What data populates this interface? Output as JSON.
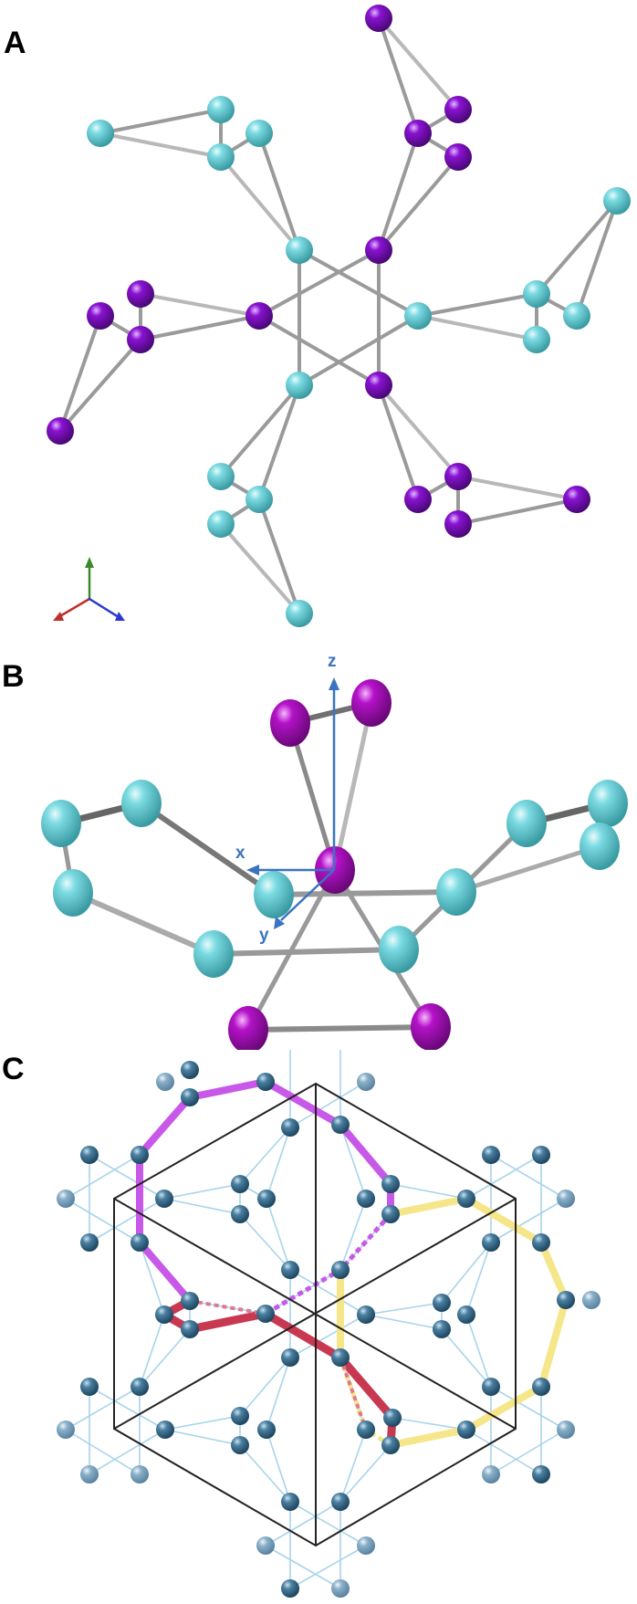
{
  "figure": {
    "panels": [
      {
        "id": "A",
        "label": "A",
        "description": "Top view of cluster: cyan and purple atoms arranged around central hexagonal core"
      },
      {
        "id": "B",
        "label": "B",
        "description": "Side view with local coordinate axes x, y, z centered on magenta atom"
      },
      {
        "id": "C",
        "label": "C",
        "description": "Hexagonal unit-cell projection with highlighted magenta, red, and yellow bond paths"
      }
    ],
    "panel_b_axes": {
      "x": "x",
      "y": "y",
      "z": "z"
    },
    "colors": {
      "cyan_atom": "#6ccfd6",
      "purple_atom": "#8a12d2",
      "magenta_atom": "#b412c8",
      "bond_gray": "#9a9a9a",
      "axis_blue": "#3a74c0",
      "lattice_atom": "#4a7fa0",
      "lattice_bond": "#a8d4ea",
      "path_magenta": "#c858e8",
      "path_red": "#c83850",
      "path_yellow": "#f5e68a",
      "cell_edge": "#222222",
      "triad_x": "#c0302a",
      "triad_y": "#3a8a2a",
      "triad_z": "#2a3ad0"
    }
  }
}
